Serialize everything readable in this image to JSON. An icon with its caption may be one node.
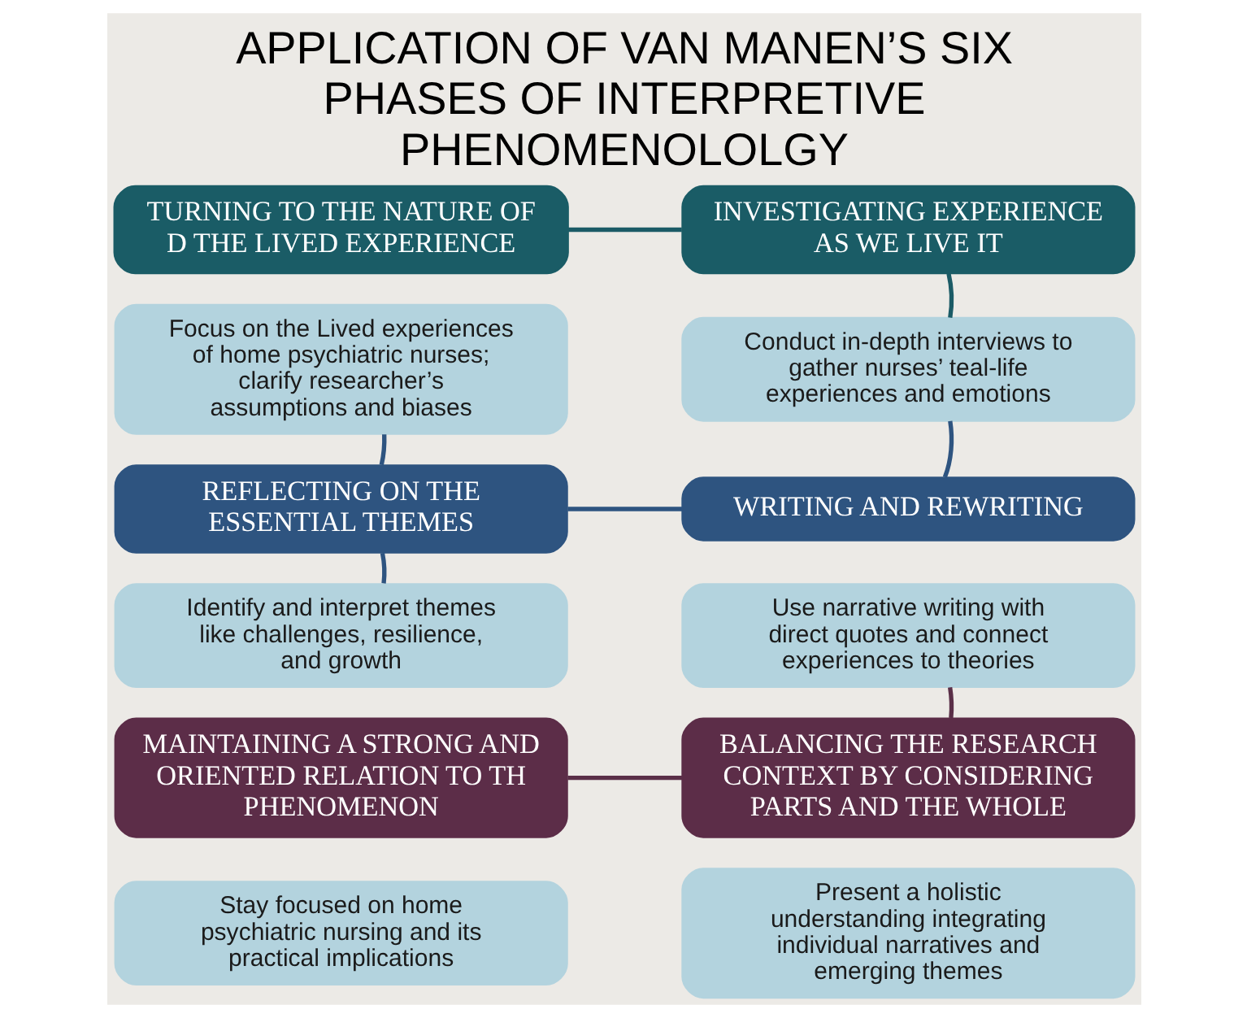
{
  "diagram": {
    "title": "APPLICATION OF VAN MANEN’S SIX PHASES OF INTERPRETIVE PHENOMENOLOLGY",
    "nodes": [
      {
        "text": [
          "TURNING TO THE NATURE OF D THE LIVED EXPERIENCE"
        ]
      },
      {
        "text": [
          "INVESTIGATING EXPERIENCE AS WE LIVE IT"
        ]
      },
      {
        "text": [
          "Focus on the Lived experiences of home psychiatric nurses; clarify researcher’s assumptions and biases"
        ]
      },
      {
        "text": [
          "Conduct in-depth interviews to gather nurses’ teal-life experiences and emotions"
        ]
      },
      {
        "text": [
          "REFLECTING ON THE ESSENTIAL THEMES"
        ]
      },
      {
        "text": [
          "WRITING AND REWRITING"
        ]
      },
      {
        "text": [
          "Identify and interpret themes like challenges, resilience, and growth"
        ]
      },
      {
        "text": [
          "Use narrative writing with direct quotes and connect experiences to theories"
        ]
      },
      {
        "text": [
          "MAINTAINING A STRONG AND ORIENTED RELATION TO TH PHENOMENON"
        ]
      },
      {
        "text": [
          "BALANCING THE RESEARCH CONTEXT BY CONSIDERING PARTS AND THE WHOLE"
        ]
      },
      {
        "text": [
          "Stay focused on home psychiatric nursing and its practical implications"
        ]
      },
      {
        "text": [
          "Present a holistic understanding integrating individual narratives and emerging themes"
        ]
      }
    ],
    "edges": [
      {
        "from": 0,
        "to": 1,
        "arrow": "none",
        "color": "#1b5b66"
      },
      {
        "from": 1,
        "to": 3,
        "arrow": "none",
        "color": "#1b5b66"
      },
      {
        "from": 3,
        "to": 5,
        "arrow": "none"
      },
      {
        "from": 2,
        "to": 4,
        "arrow": "none"
      },
      {
        "from": 4,
        "to": 6,
        "arrow": "none"
      },
      {
        "from": 4,
        "to": 5,
        "arrow": "none"
      },
      {
        "from": 7,
        "to": 9,
        "arrow": "none",
        "color": "#5a2f48"
      },
      {
        "from": 8,
        "to": 9,
        "arrow": "none",
        "color": "#5a2f48"
      }
    ]
  }
}
